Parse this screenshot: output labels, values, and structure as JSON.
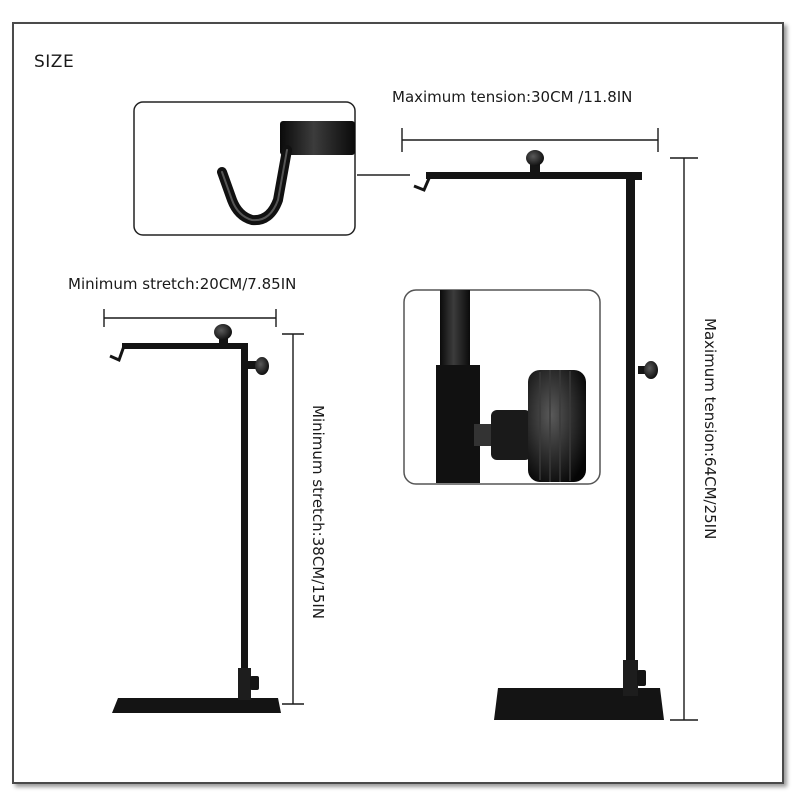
{
  "labels": {
    "size": "SIZE",
    "max_horizontal": "Maximum tension:30CM /11.8IN",
    "min_horizontal": "Minimum stretch:20CM/7.85IN",
    "min_vertical": "Minimum stretch:38CM/15IN",
    "max_vertical": "Maximum tension:64CM/25IN"
  },
  "colors": {
    "stand": "#141414",
    "dimension_line": "#1a1a1a",
    "frame": "#4a4a4a"
  }
}
